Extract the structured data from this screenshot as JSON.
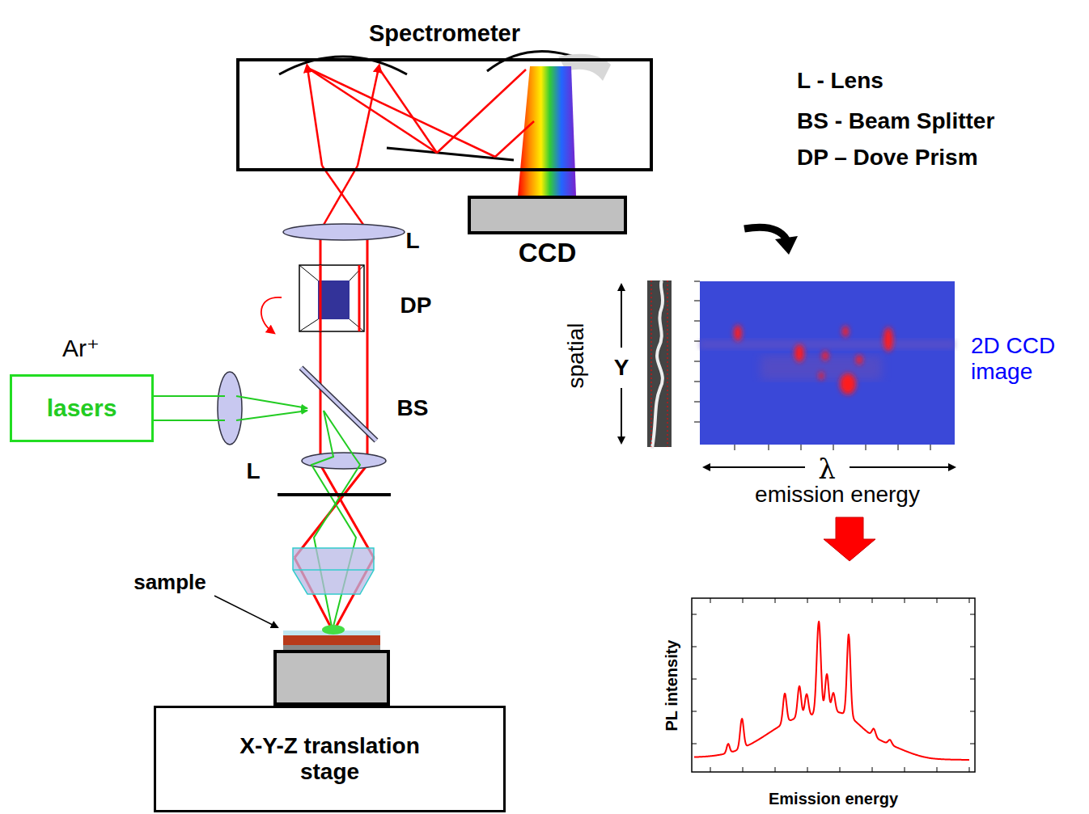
{
  "diagram": {
    "nodes": [
      {
        "text": [
          "Spectrometer"
        ]
      },
      {
        "text": [
          "CCD"
        ]
      },
      {
        "text": [
          "lasers"
        ]
      },
      {
        "text": [
          "X-Y-Z translation stage"
        ]
      },
      {
        "text": [
          "2D CCD image"
        ]
      }
    ],
    "labels": [
      "L - Lens",
      "BS - Beam Splitter",
      "DP – Dove Prism",
      "L",
      "DP",
      "Ar⁺",
      "BS",
      "L",
      "sample",
      "spatial",
      "Y",
      "λ",
      "emission energy",
      "PL intensity",
      "Emission energy"
    ]
  }
}
